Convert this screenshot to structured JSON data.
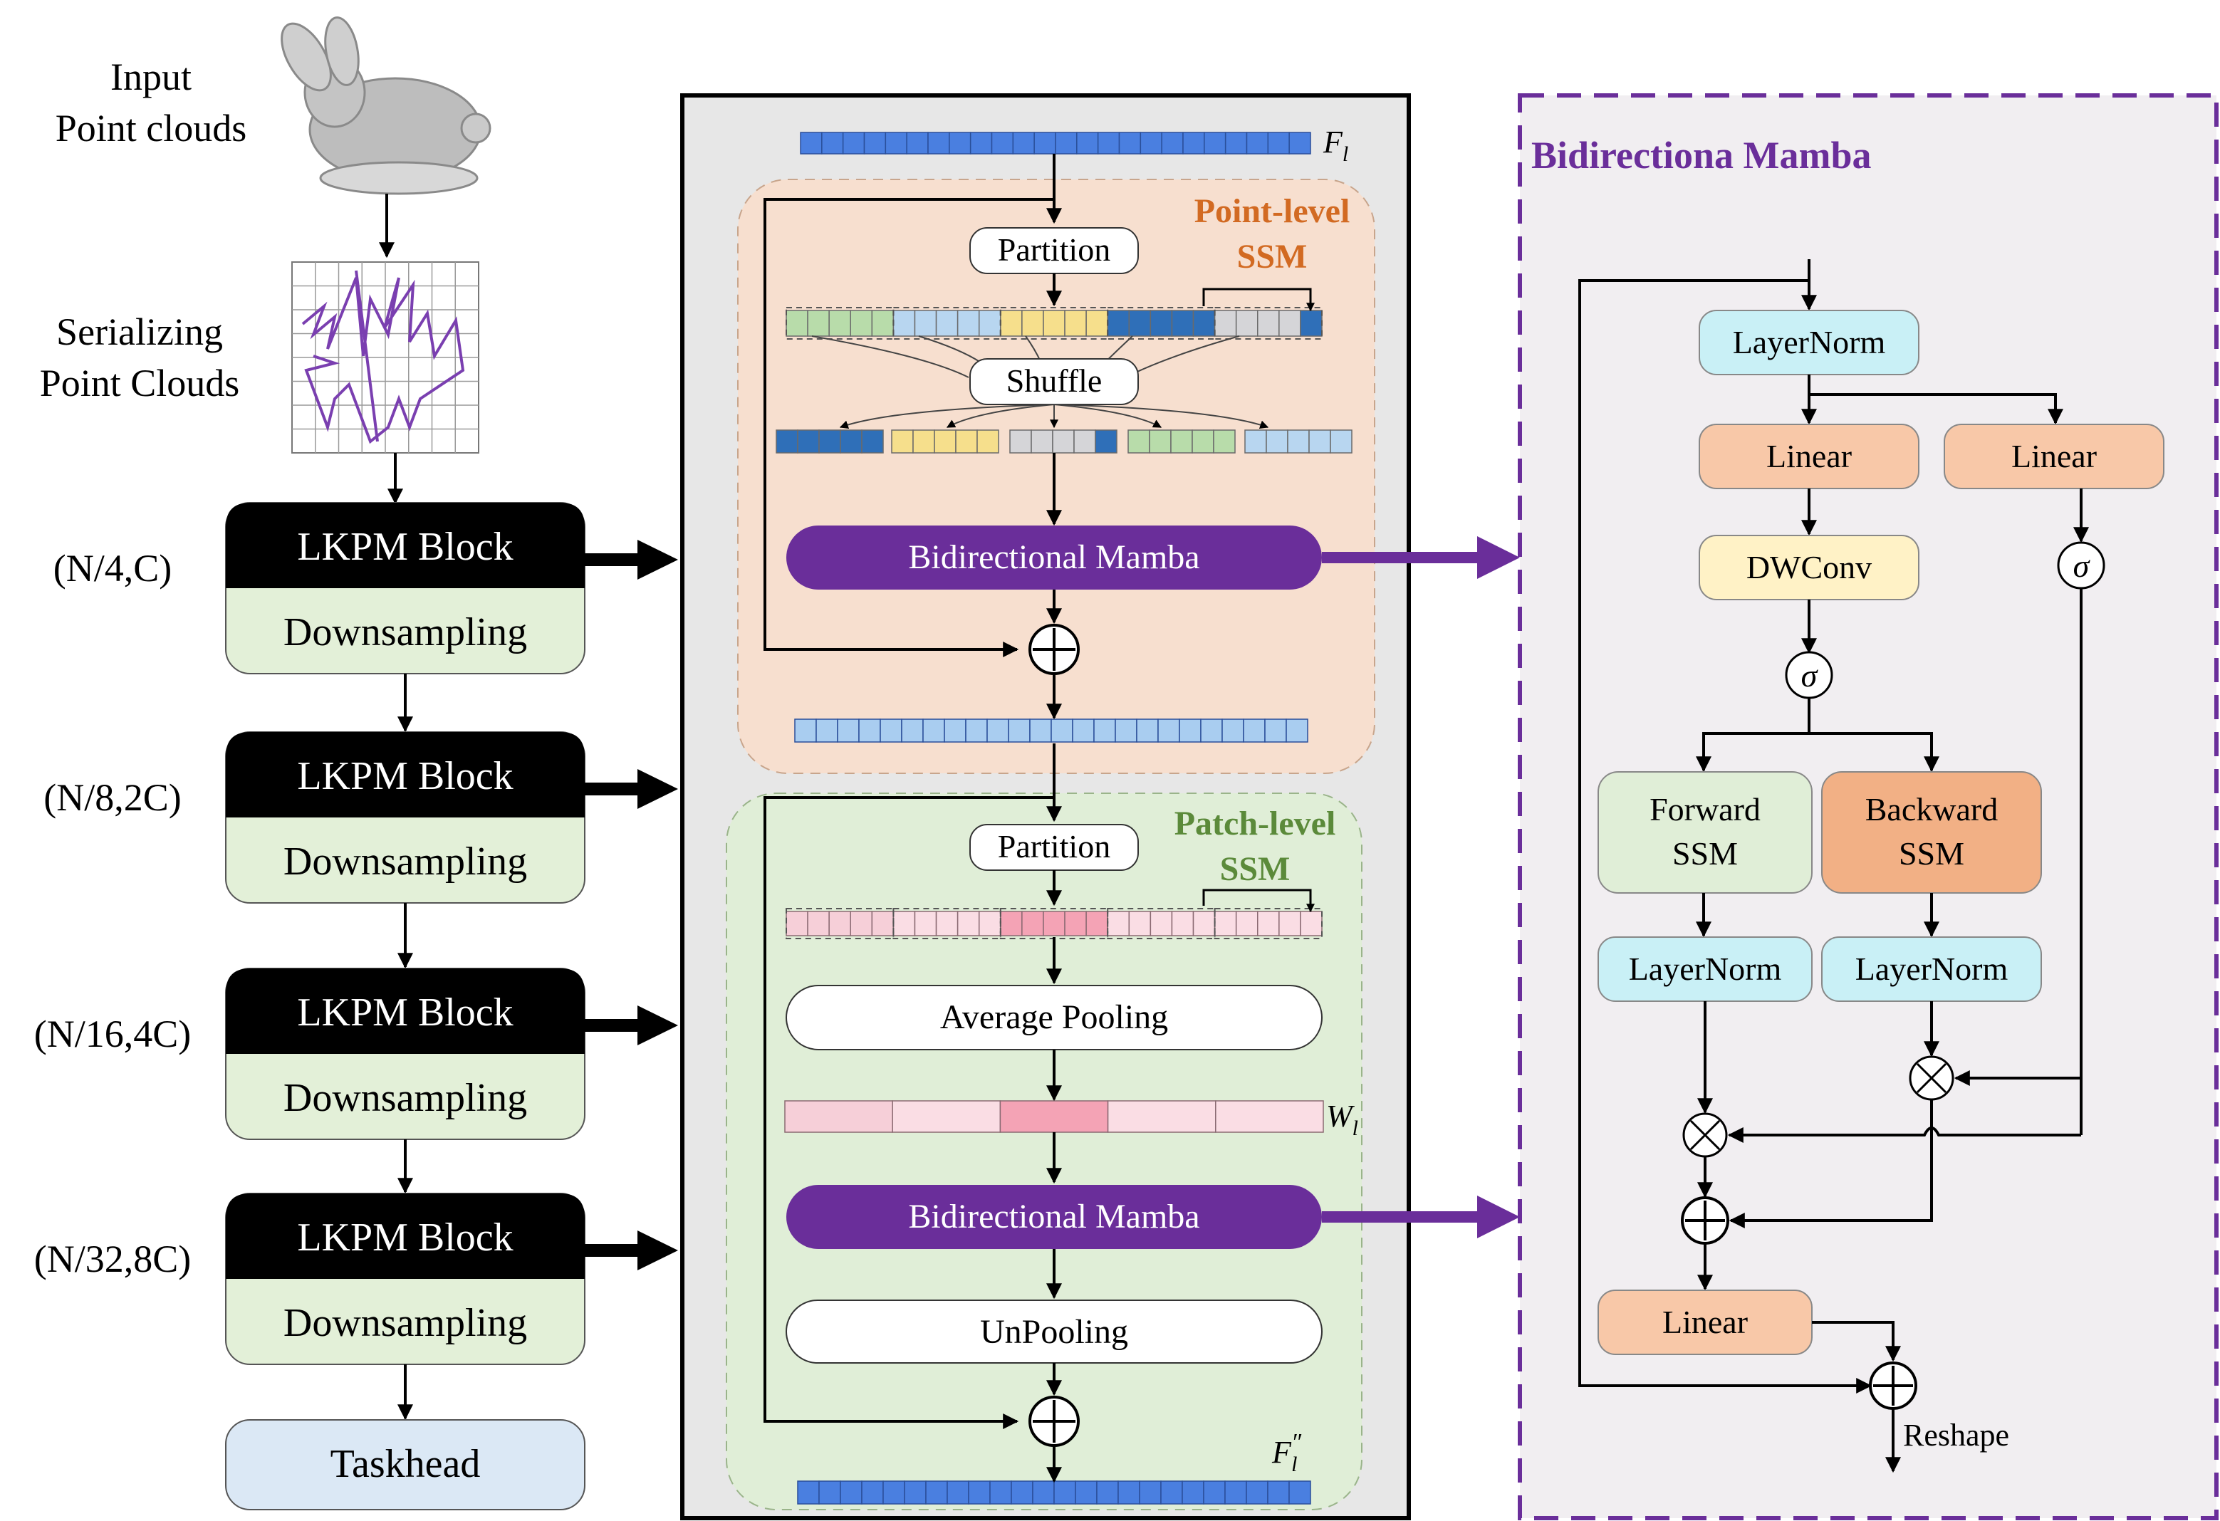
{
  "left": {
    "input_label": [
      "Input",
      "Point clouds"
    ],
    "serialize_label": [
      "Serializing",
      "Point Clouds"
    ],
    "stages": [
      {
        "shape": "(N/4,C)",
        "block": "LKPM Block",
        "down": "Downsampling"
      },
      {
        "shape": "(N/8,2C)",
        "block": "LKPM Block",
        "down": "Downsampling"
      },
      {
        "shape": "(N/16,4C)",
        "block": "LKPM Block",
        "down": "Downsampling"
      },
      {
        "shape": "(N/32,8C)",
        "block": "LKPM Block",
        "down": "Downsampling"
      }
    ],
    "taskhead": "Taskhead"
  },
  "middle": {
    "f_in": "F",
    "f_in_sub": "l",
    "point_title": [
      "Point-level",
      "SSM"
    ],
    "partition": "Partition",
    "shuffle": "Shuffle",
    "bimamba": "Bidirectional Mamba",
    "patch_title": [
      "Patch-level",
      "SSM"
    ],
    "partition2": "Partition",
    "avg_pool": "Average Pooling",
    "w_label": "W",
    "w_sub": "l",
    "bimamba2": "Bidirectional Mamba",
    "unpool": "UnPooling",
    "f_out": "F",
    "f_out_sup": "″",
    "f_out_sub": "l"
  },
  "right": {
    "title": "Bidirectiona Mamba",
    "layernorm_top": "LayerNorm",
    "linear_left": "Linear",
    "linear_right": "Linear",
    "dwconv": "DWConv",
    "sigma": "σ",
    "forward_ssm": [
      "Forward",
      "SSM"
    ],
    "backward_ssm": [
      "Backward",
      "SSM"
    ],
    "ln_forward": "LayerNorm",
    "ln_backward": "LayerNorm",
    "linear_bottom": "Linear",
    "reshape": "Reshape",
    "times": "×",
    "plus": "+"
  },
  "colors": {
    "blue_token": "#4a7fe0",
    "light_blue_token": "#a9cdf0",
    "orange_token": "#f3b48a",
    "purple": "#6a2e9a",
    "point_bg": "#f7dfcf",
    "patch_bg": "#e0eed7",
    "right_bg": "#f1eef1",
    "mid_bg": "#e7e7e7",
    "orange_text": "#d26a22",
    "green_text": "#5b8a3a"
  }
}
